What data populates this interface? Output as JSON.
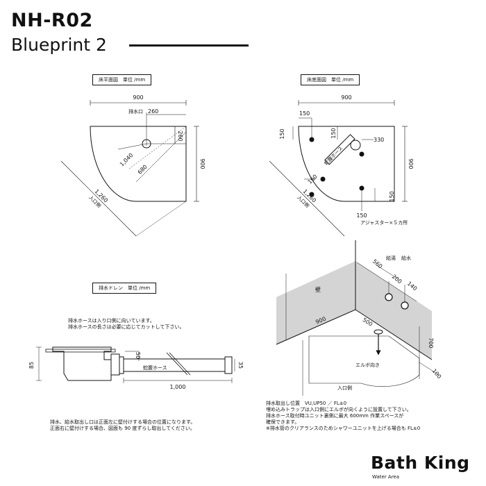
{
  "header": {
    "model": "NH-R02",
    "subtitle": "Blueprint 2"
  },
  "floor_plan": {
    "label": "床平面図　単位 /mm",
    "width": "900",
    "depth": "900",
    "drain_label": "排水口",
    "drain_x": "260",
    "drain_y": "260",
    "inner": "1,040",
    "radius": "680",
    "diag": "1,260",
    "entrance": "入口側"
  },
  "bottom_plan": {
    "label": "床底面図　単位 /mm",
    "width": "900",
    "depth": "900",
    "left_150": "150",
    "top_150": "150",
    "v150": "150",
    "hose": "蛇腹ホース",
    "d330": "330",
    "d160": "160",
    "right_150": "150",
    "bottom_150": "150",
    "diag": "1,260",
    "entrance": "入口側",
    "adjuster": "アジャスター×５カ所"
  },
  "drain_section": {
    "label": "排水ドレン　単位 /mm",
    "note_lines": [
      "排水ホースは入り口側に向いています。",
      "排水ホースの長さは必要に応じてカットして下さい。"
    ],
    "h85": "85",
    "h50": "50",
    "hose": "蛇腹ホース",
    "h35": "35",
    "length": "1,000",
    "footer_lines": [
      "排水、給水取出し口は正面左に壁付けする場合の位置になります。",
      "正面右に壁付けする場合、図面も 90 度ずらし取出してください。"
    ]
  },
  "perspective": {
    "hot": "給湯",
    "cold": "給水",
    "d560": "560",
    "d200": "200",
    "d140": "140",
    "wall": "壁",
    "d900": "900",
    "d500": "500",
    "d700": "700",
    "elbow": "エルボ向き",
    "d100": "100",
    "entrance": "入口側",
    "note_lines": [
      "排水取出し位置　VU,UP50 ／ FL±0",
      "埋め込みトラップは入口側にエルボが向くように設置して下さい。",
      "排水ホース取付時ユニット裏側に最大 600mm 作業スペースが",
      "確保できます。",
      "※排水管のクリアランスのためシャワーユニットを上げる場合も FL±0"
    ]
  },
  "brand": {
    "name": "Bath King",
    "tagline": "Water Area"
  }
}
